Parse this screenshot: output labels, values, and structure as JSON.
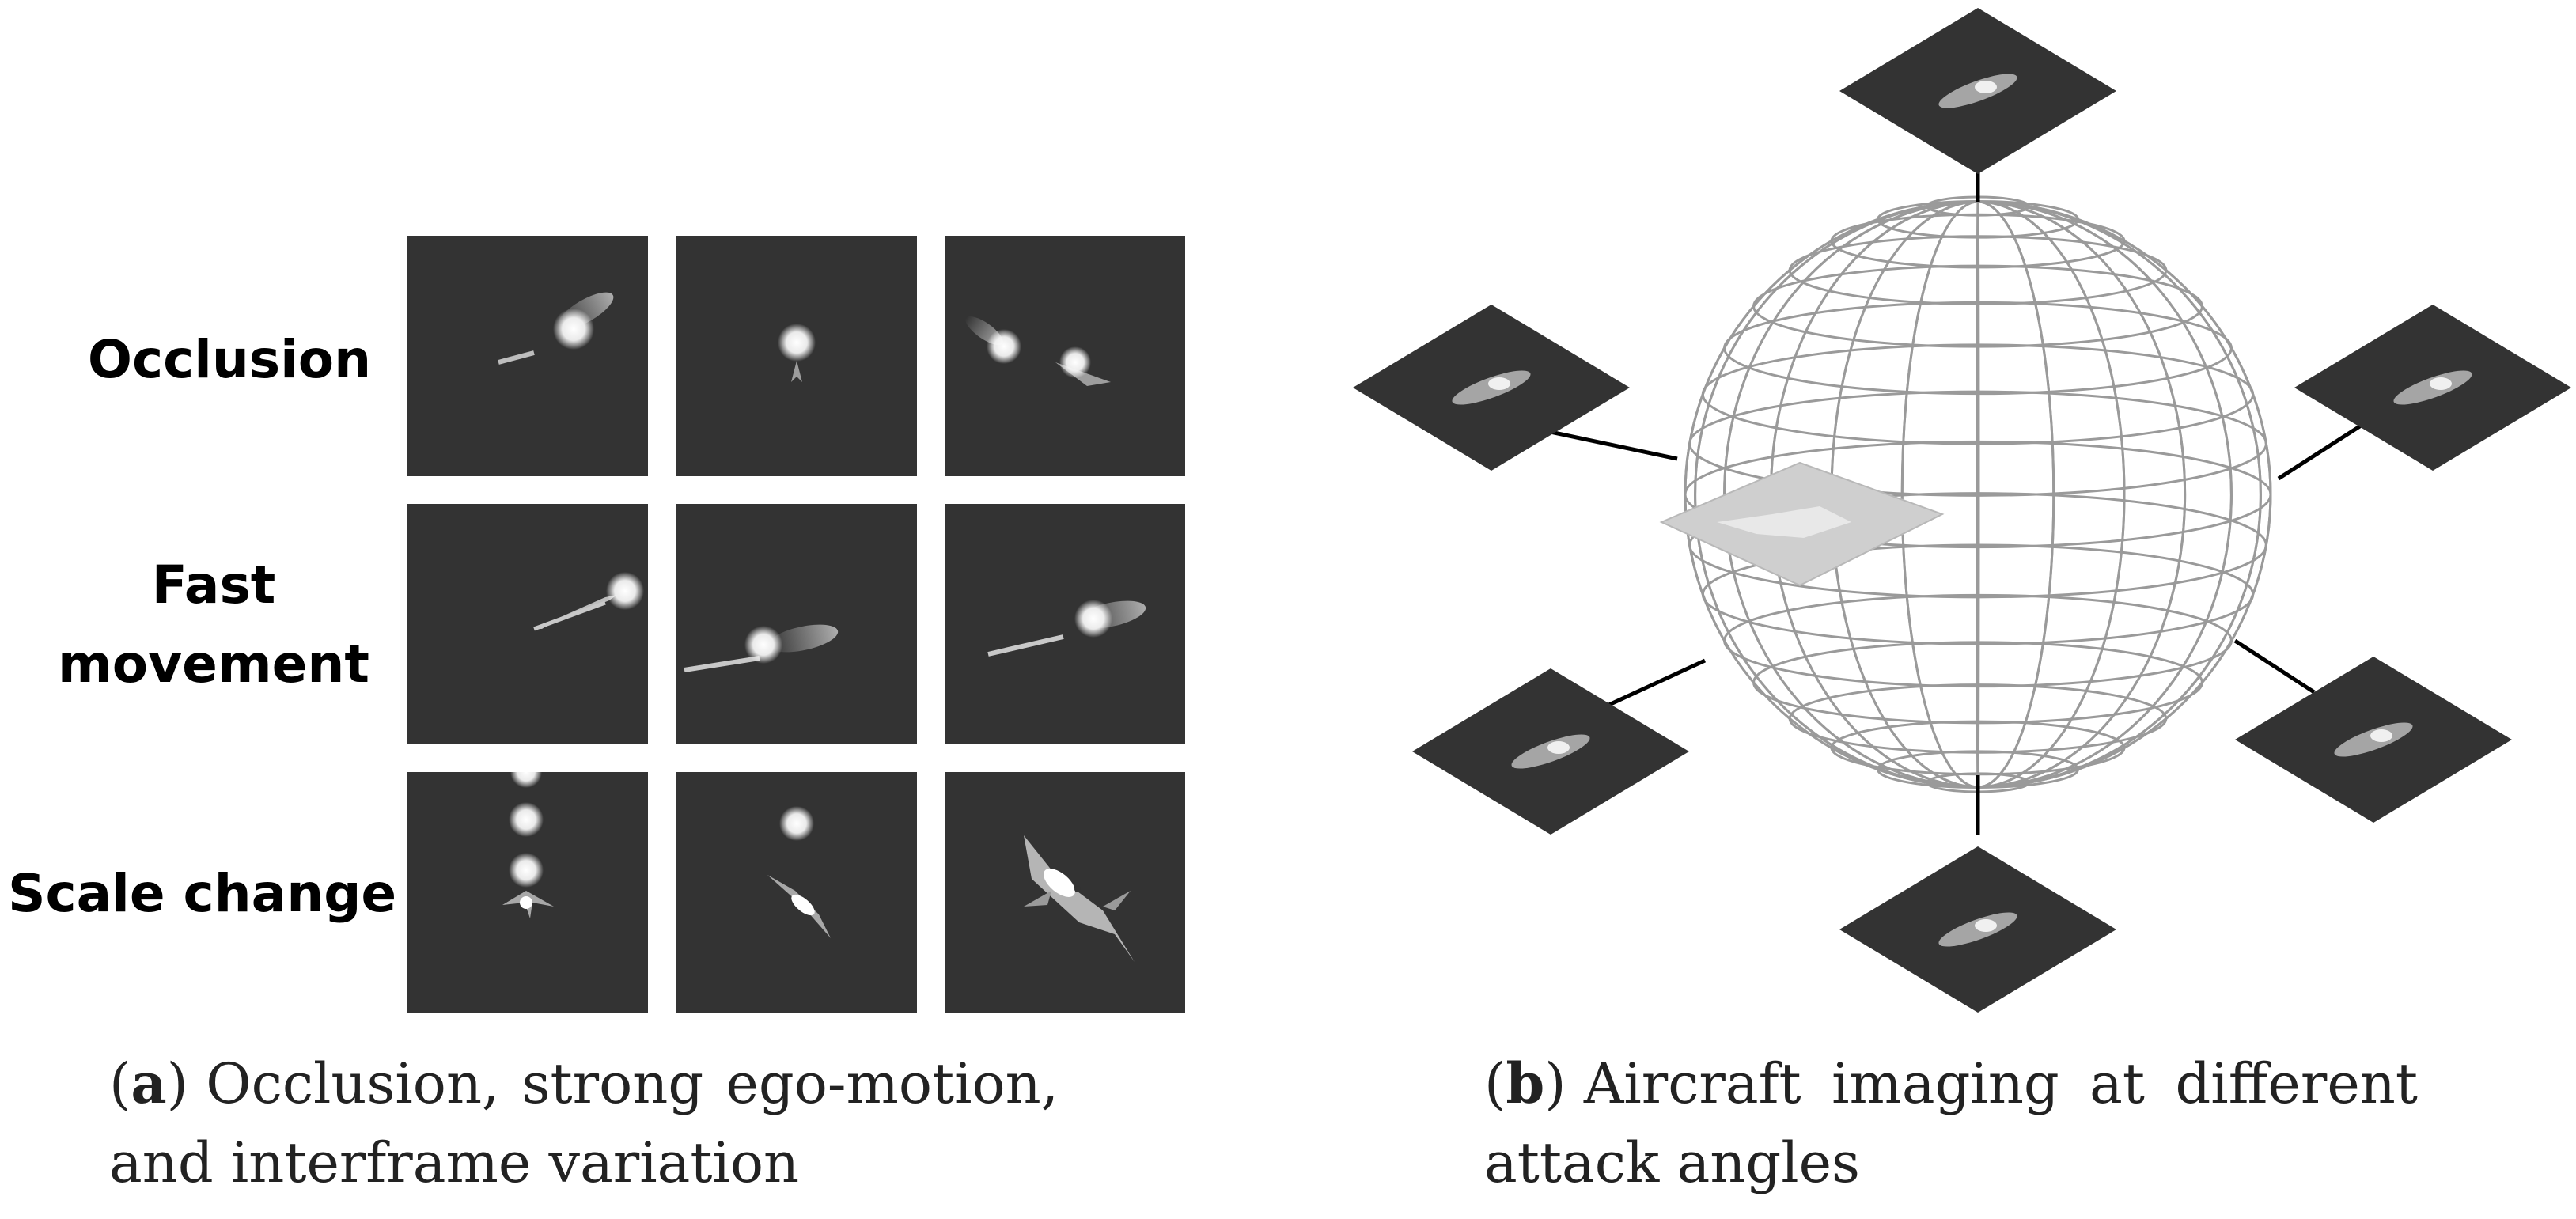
{
  "panel_a": {
    "row_labels": [
      {
        "id": "occlusion",
        "lines": [
          "Occlusion"
        ]
      },
      {
        "id": "fast",
        "lines": [
          "Fast",
          "movement"
        ]
      },
      {
        "id": "scale",
        "lines": [
          "Scale change"
        ]
      }
    ],
    "caption": {
      "tag": "a",
      "words_line1": [
        "Occlusion,",
        "strong",
        "ego-motion,"
      ],
      "line2": "and interframe variation"
    }
  },
  "panel_b": {
    "caption": {
      "tag": "b",
      "words_line1": [
        "Aircraft",
        "imaging",
        "at",
        "different"
      ],
      "line2": "attack angles"
    }
  },
  "colors": {
    "tile_bg": "#333333",
    "sphere_wire": "#9a9a9a",
    "connector": "#000000",
    "plane_fill": "#cfcfcf"
  }
}
